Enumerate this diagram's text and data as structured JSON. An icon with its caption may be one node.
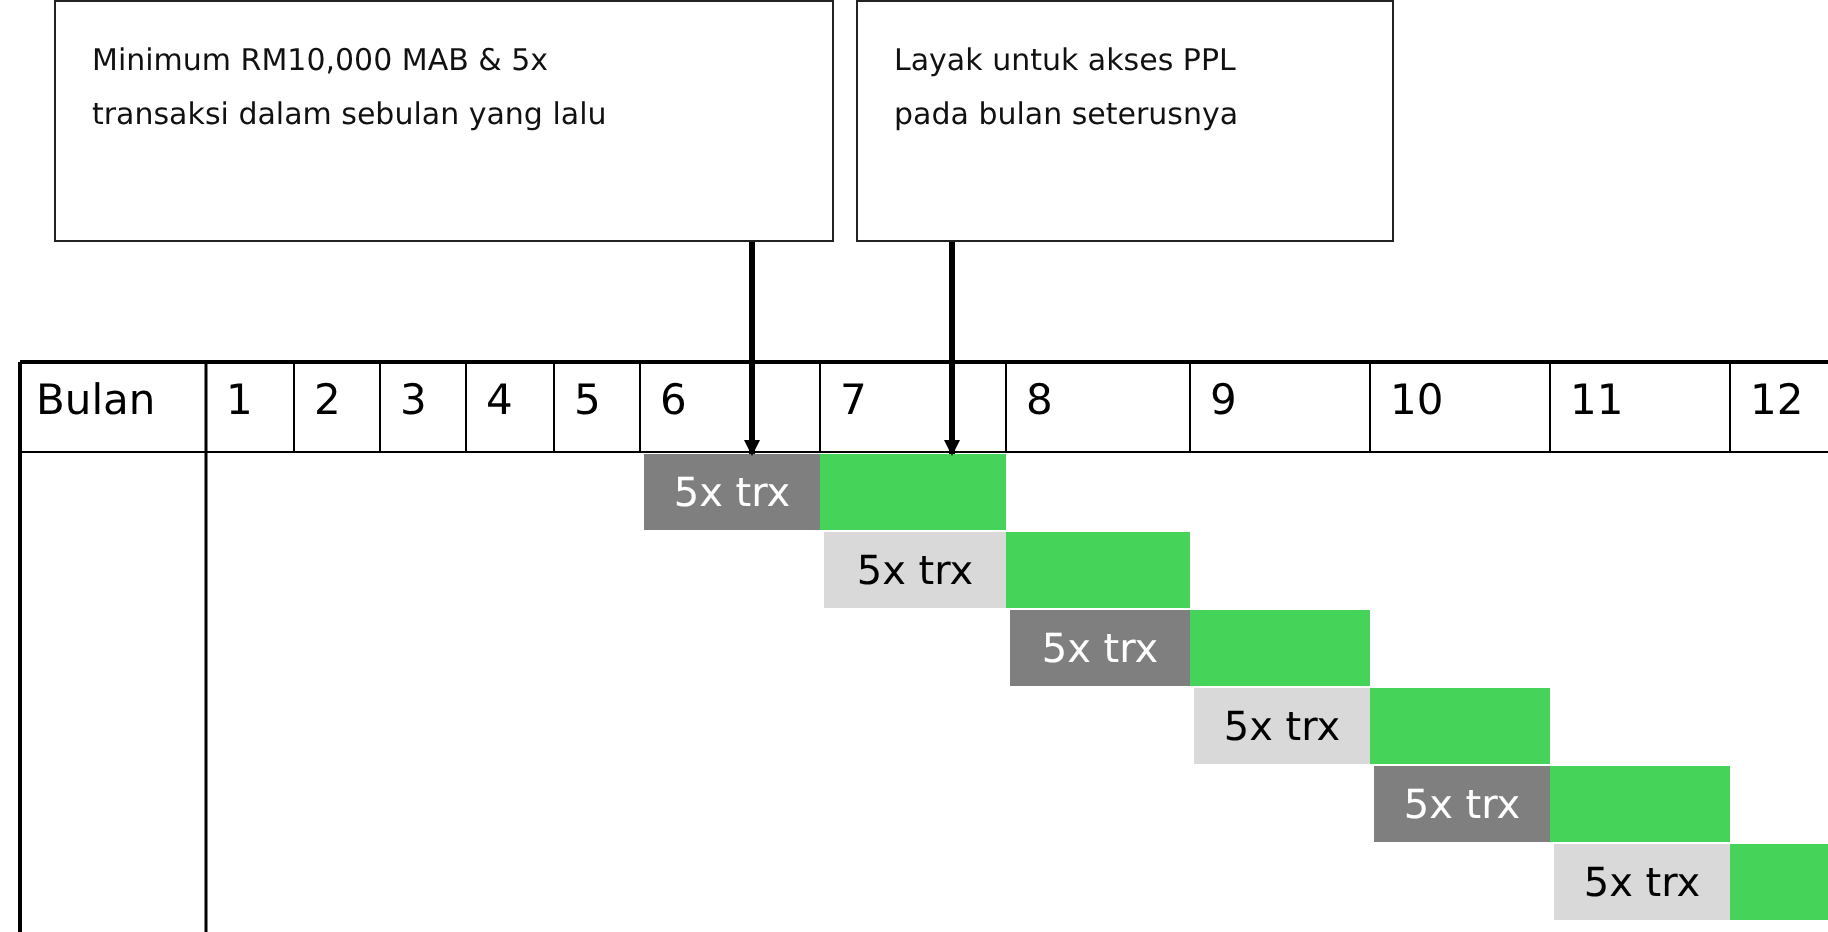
{
  "diagram": {
    "nodes": [
      {
        "text": [
          "Minimum RM10,000 MAB  & 5x transaksi dalam sebulan yang lalu"
        ]
      },
      {
        "text": [
          "Layak untuk akses PPL pada bulan seterusnya"
        ]
      },
      {
        "text": [
          "5x trx"
        ]
      },
      {
        "text": [],
        "shape": "bar"
      },
      {
        "text": [
          "5x trx"
        ]
      },
      {
        "text": [],
        "shape": "bar"
      },
      {
        "text": [
          "5x trx"
        ]
      },
      {
        "text": [],
        "shape": "bar"
      },
      {
        "text": [
          "5x trx"
        ]
      },
      {
        "text": [],
        "shape": "bar"
      },
      {
        "text": [
          "5x trx"
        ]
      },
      {
        "text": [],
        "shape": "bar"
      },
      {
        "text": [
          "5x trx"
        ]
      },
      {
        "text": [],
        "shape": "bar"
      }
    ],
    "edges": [
      {
        "from": 0,
        "to": 2,
        "arrow": "to"
      },
      {
        "from": 1,
        "to": 3,
        "arrow": "to"
      }
    ],
    "labels": [
      "Bulan",
      "1",
      "2",
      "3",
      "4",
      "5",
      "6",
      "7",
      "8",
      "9",
      "10",
      "11",
      "12"
    ]
  }
}
